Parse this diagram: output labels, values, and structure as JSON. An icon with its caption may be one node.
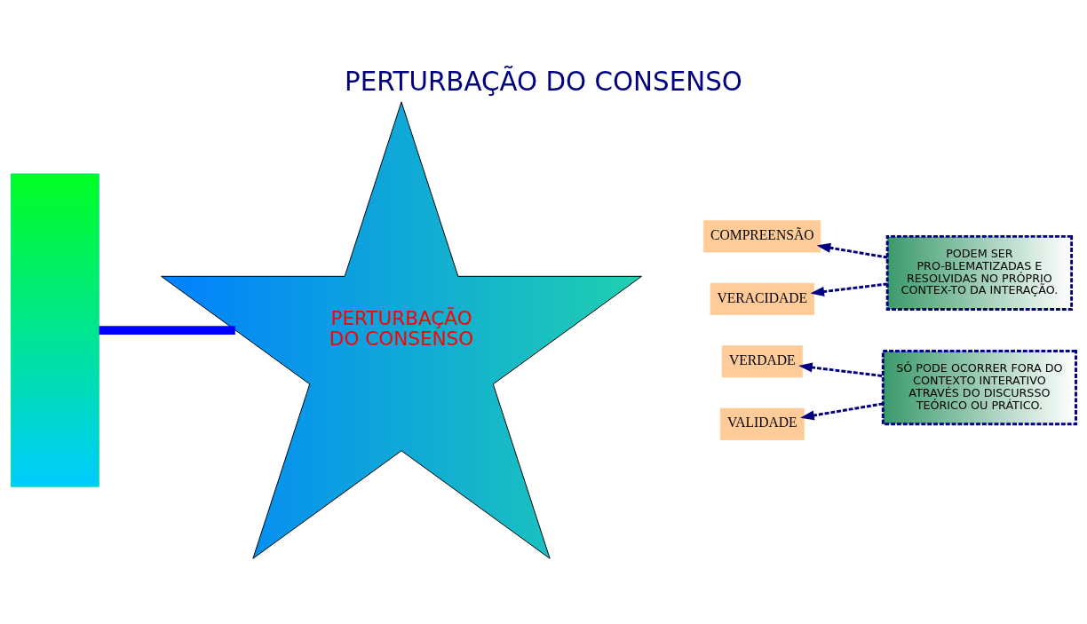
{
  "diagram": {
    "title": "PERTURBAÇÃO DO CONSENSO",
    "nodes": [
      {
        "text": [],
        "shape": "bar"
      },
      {
        "text": [
          "PERTURBAÇÃO DO CONSENSO"
        ]
      },
      {
        "text": [
          "COMPREENSÃO"
        ]
      },
      {
        "text": [
          "VERACIDADE"
        ]
      },
      {
        "text": [
          "VERDADE"
        ]
      },
      {
        "text": [
          "VALIDADE"
        ]
      },
      {
        "text": [
          "PODEM SER PRO-BLEMATIZADAS E RESOLVIDAS NO PRÓPRIO CONTEX-TO DA INTERAÇÃO."
        ]
      },
      {
        "text": [
          "SÓ PODE OCORRER FORA DO CONTEXTO INTERATIVO ATRAVÉS DO DISCURSSO TEÓRICO OU PRÁTICO."
        ]
      }
    ],
    "edges": [
      {
        "from": 0,
        "to": 1,
        "arrow": "none",
        "style": "thick",
        "color": "#0000ff"
      },
      {
        "from": 6,
        "to": 2,
        "arrow": "to",
        "style": "dashed"
      },
      {
        "from": 6,
        "to": 3,
        "arrow": "to",
        "style": "dashed"
      },
      {
        "from": 7,
        "to": 4,
        "arrow": "to",
        "style": "dashed"
      },
      {
        "from": 7,
        "to": 5,
        "arrow": "to",
        "style": "dashed"
      }
    ]
  }
}
